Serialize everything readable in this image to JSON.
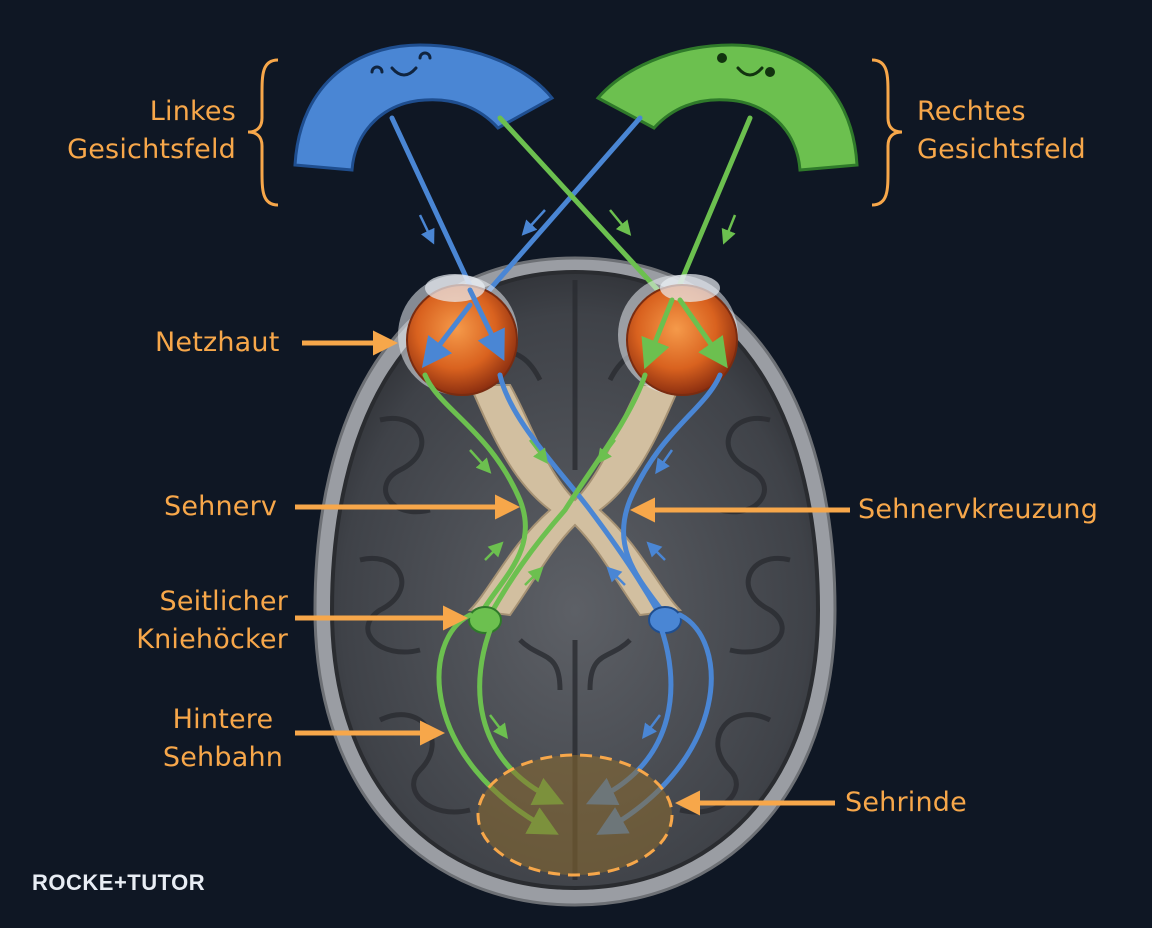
{
  "labels": {
    "left_field": [
      "Linkes",
      "Gesichtsfeld"
    ],
    "right_field": [
      "Rechtes",
      "Gesichtsfeld"
    ],
    "retina": "Netzhaut",
    "optic_nerve": "Sehnerv",
    "chiasm": "Sehnervkreuzung",
    "lgn": [
      "Seitlicher",
      "Kniehöcker"
    ],
    "optic_radiation": [
      "Hintere",
      "Sehbahn"
    ],
    "visual_cortex": "Sehrinde"
  },
  "logo": "ROCKE+TUTOR",
  "colors": {
    "background": "#0f1724",
    "label": "#f7a74a",
    "left_field_blue": "#4a86d4",
    "right_field_green": "#6cc04f",
    "eye": "#d9621f"
  }
}
